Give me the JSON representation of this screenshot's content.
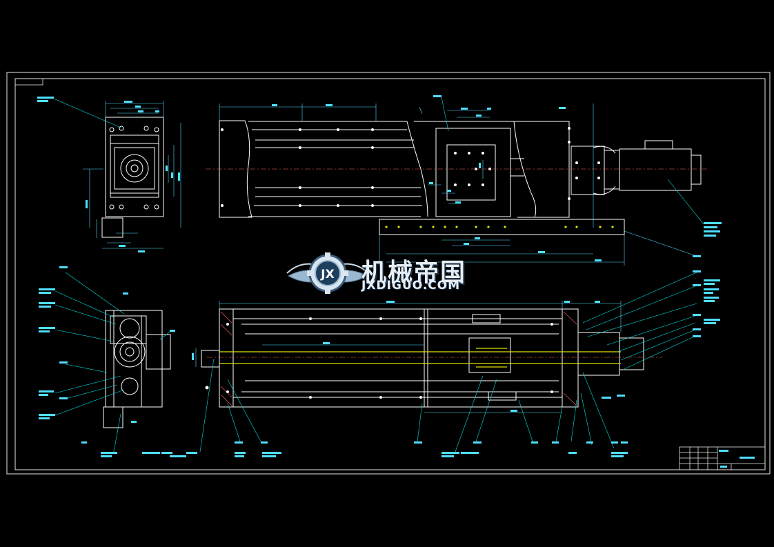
{
  "watermark": {
    "title_cn": "机械帝国",
    "title_en": "JXDIGUO.COM",
    "logo_icon": "gear-wings-logo-icon",
    "logo_letters": "JX"
  },
  "colors": {
    "background": "#000000",
    "outline": "#ffffff",
    "leader": "#00e5e5",
    "dimension": "#4fe0ff",
    "hidden": "#e0e000",
    "center": "#ff6060",
    "part": "#00c8ff"
  }
}
